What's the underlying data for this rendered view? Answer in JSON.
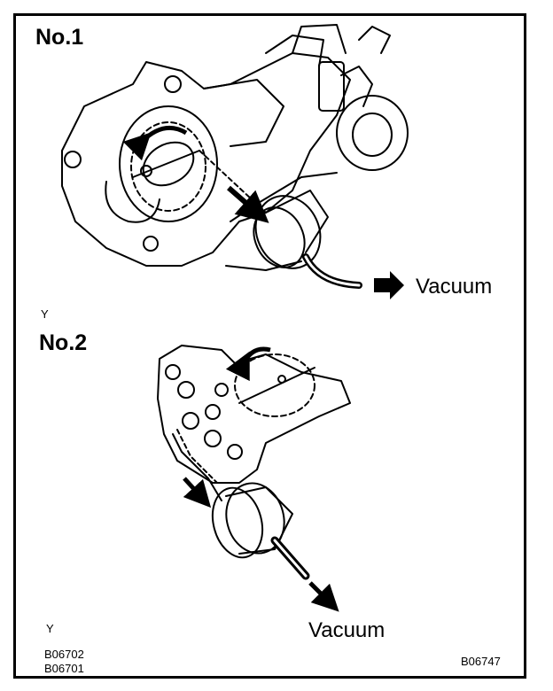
{
  "figure": {
    "panel1": {
      "title": "No.1",
      "vacuum_label": "Vacuum",
      "marker": "Y"
    },
    "panel2": {
      "title": "No.2",
      "vacuum_label": "Vacuum",
      "marker": "Y"
    },
    "codes": {
      "left_top": "B06702",
      "left_bottom": "B06701",
      "right": "B06747"
    }
  }
}
